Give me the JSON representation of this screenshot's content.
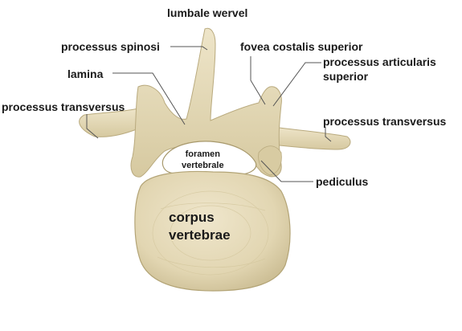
{
  "title": "lumbale wervel",
  "labels": {
    "processus_spinosi": "processus spinosi",
    "fovea_costalis_superior": "fovea costalis superior",
    "processus_articularis_line1": "processus articularis",
    "processus_articularis_line2": "superior",
    "lamina": "lamina",
    "processus_transversus_left": "processus transversus",
    "processus_transversus_right": "processus transversus",
    "foramen_line1": "foramen",
    "foramen_line2": "vertebrale",
    "pediculus": "pediculus",
    "corpus_line1": "corpus",
    "corpus_line2": "vertebrae"
  },
  "colors": {
    "bone": "#e6dcbd",
    "bone_shadow": "#c9bb92",
    "bone_light": "#f2ebd4",
    "leader_line": "#555555",
    "text": "#1a1a1a"
  }
}
